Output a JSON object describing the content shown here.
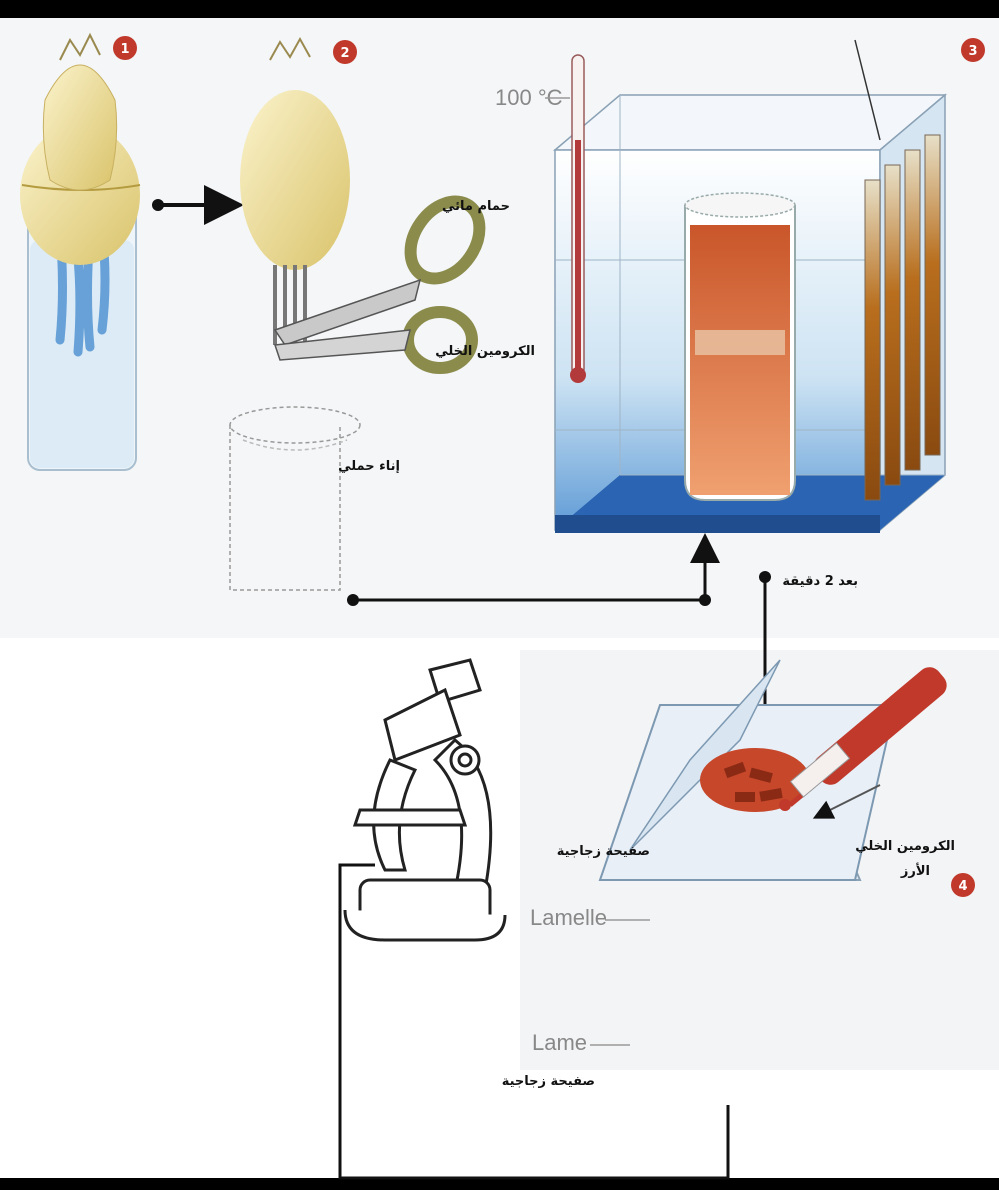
{
  "steps": [
    "1",
    "2",
    "3",
    "4"
  ],
  "labels": {
    "temperature": "100 °C",
    "water_bath": "حمام مائي",
    "onion_roots": "الكرومين الخلي",
    "container_heat": "إناء حملي",
    "container_bottom": "",
    "after_time": "بعد 2 دقيقة",
    "coverslip_ar": "صفيحة زجاجية",
    "lamelle": "Lamelle",
    "lame": "Lame",
    "slide_ar": "صفيحة زجاجية",
    "stain_ar": "الكرومين الخلي",
    "roots_ar": "الأرز"
  },
  "colors": {
    "step_badge": "#c0392b",
    "bulb": "#f2e3a0",
    "stain": "#d9703c",
    "water": "#bcd8ee",
    "water_deep": "#1f5aa8",
    "arrow": "#111111"
  }
}
